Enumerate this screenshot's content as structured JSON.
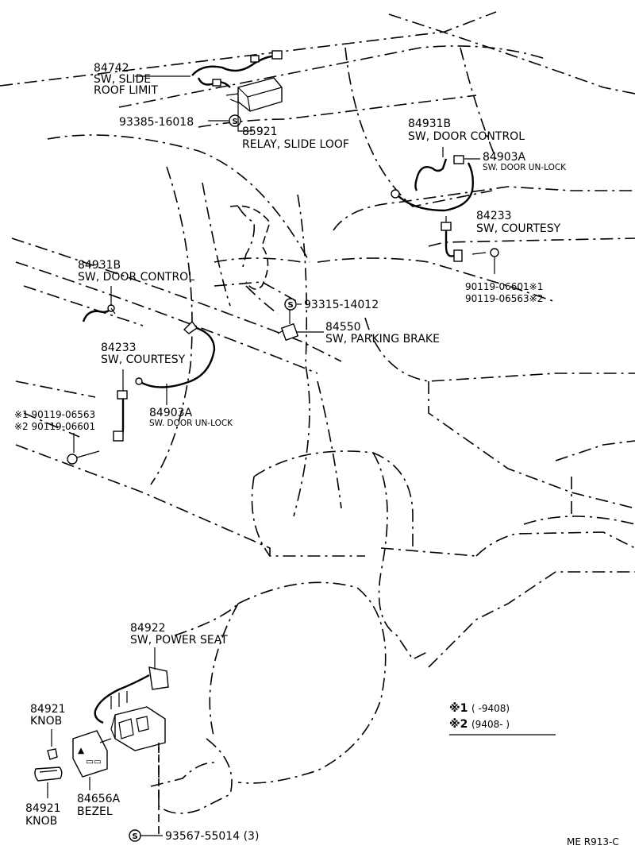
{
  "labels": {
    "roof_limit_num": "84742",
    "roof_limit_l1": "SW, SLIDE",
    "roof_limit_l2": "ROOF LIMIT",
    "bolt_93385": "93385-16018",
    "relay_num": "85921",
    "relay_name": "RELAY, SLIDE LOOF",
    "door_ctrl_r_num": "84931B",
    "door_ctrl_r_name": "SW, DOOR CONTROL",
    "unlock_r_num": "84903A",
    "unlock_r_name": "SW. DOOR UN-LOCK",
    "courtesy_r_num": "84233",
    "courtesy_r_name": "SW, COURTESY",
    "screw_r_1": "90119-06601※1",
    "screw_r_2": "90119-06563※2",
    "door_ctrl_l_num": "84931B",
    "door_ctrl_l_name": "SW, DOOR CONTROL",
    "screw_93315": "93315-14012",
    "pbrake_num": "84550",
    "pbrake_name": "SW, PARKING BRAKE",
    "courtesy_l_num": "84233",
    "courtesy_l_name": "SW, COURTESY",
    "screw_l_1": "※1 90119-06563",
    "screw_l_2": "※2 90119-06601",
    "unlock_l_num": "84903A",
    "unlock_l_name": "SW. DOOR UN-LOCK",
    "pseat_num": "84922",
    "pseat_name": "SW, POWER SEAT",
    "knob_a_num": "84921",
    "knob_a_name": "KNOB",
    "knob_b_num": "84921",
    "knob_b_name": "KNOB",
    "bezel_num": "84656A",
    "bezel_name": "BEZEL",
    "screw_93567": "93567-55014 (3)",
    "legend_1_mark": "※1",
    "legend_1_text": "(      -9408)",
    "legend_2_mark": "※2",
    "legend_2_text": "(9408-        )",
    "ref_code": "ME R913-C",
    "s_marker": "S"
  }
}
